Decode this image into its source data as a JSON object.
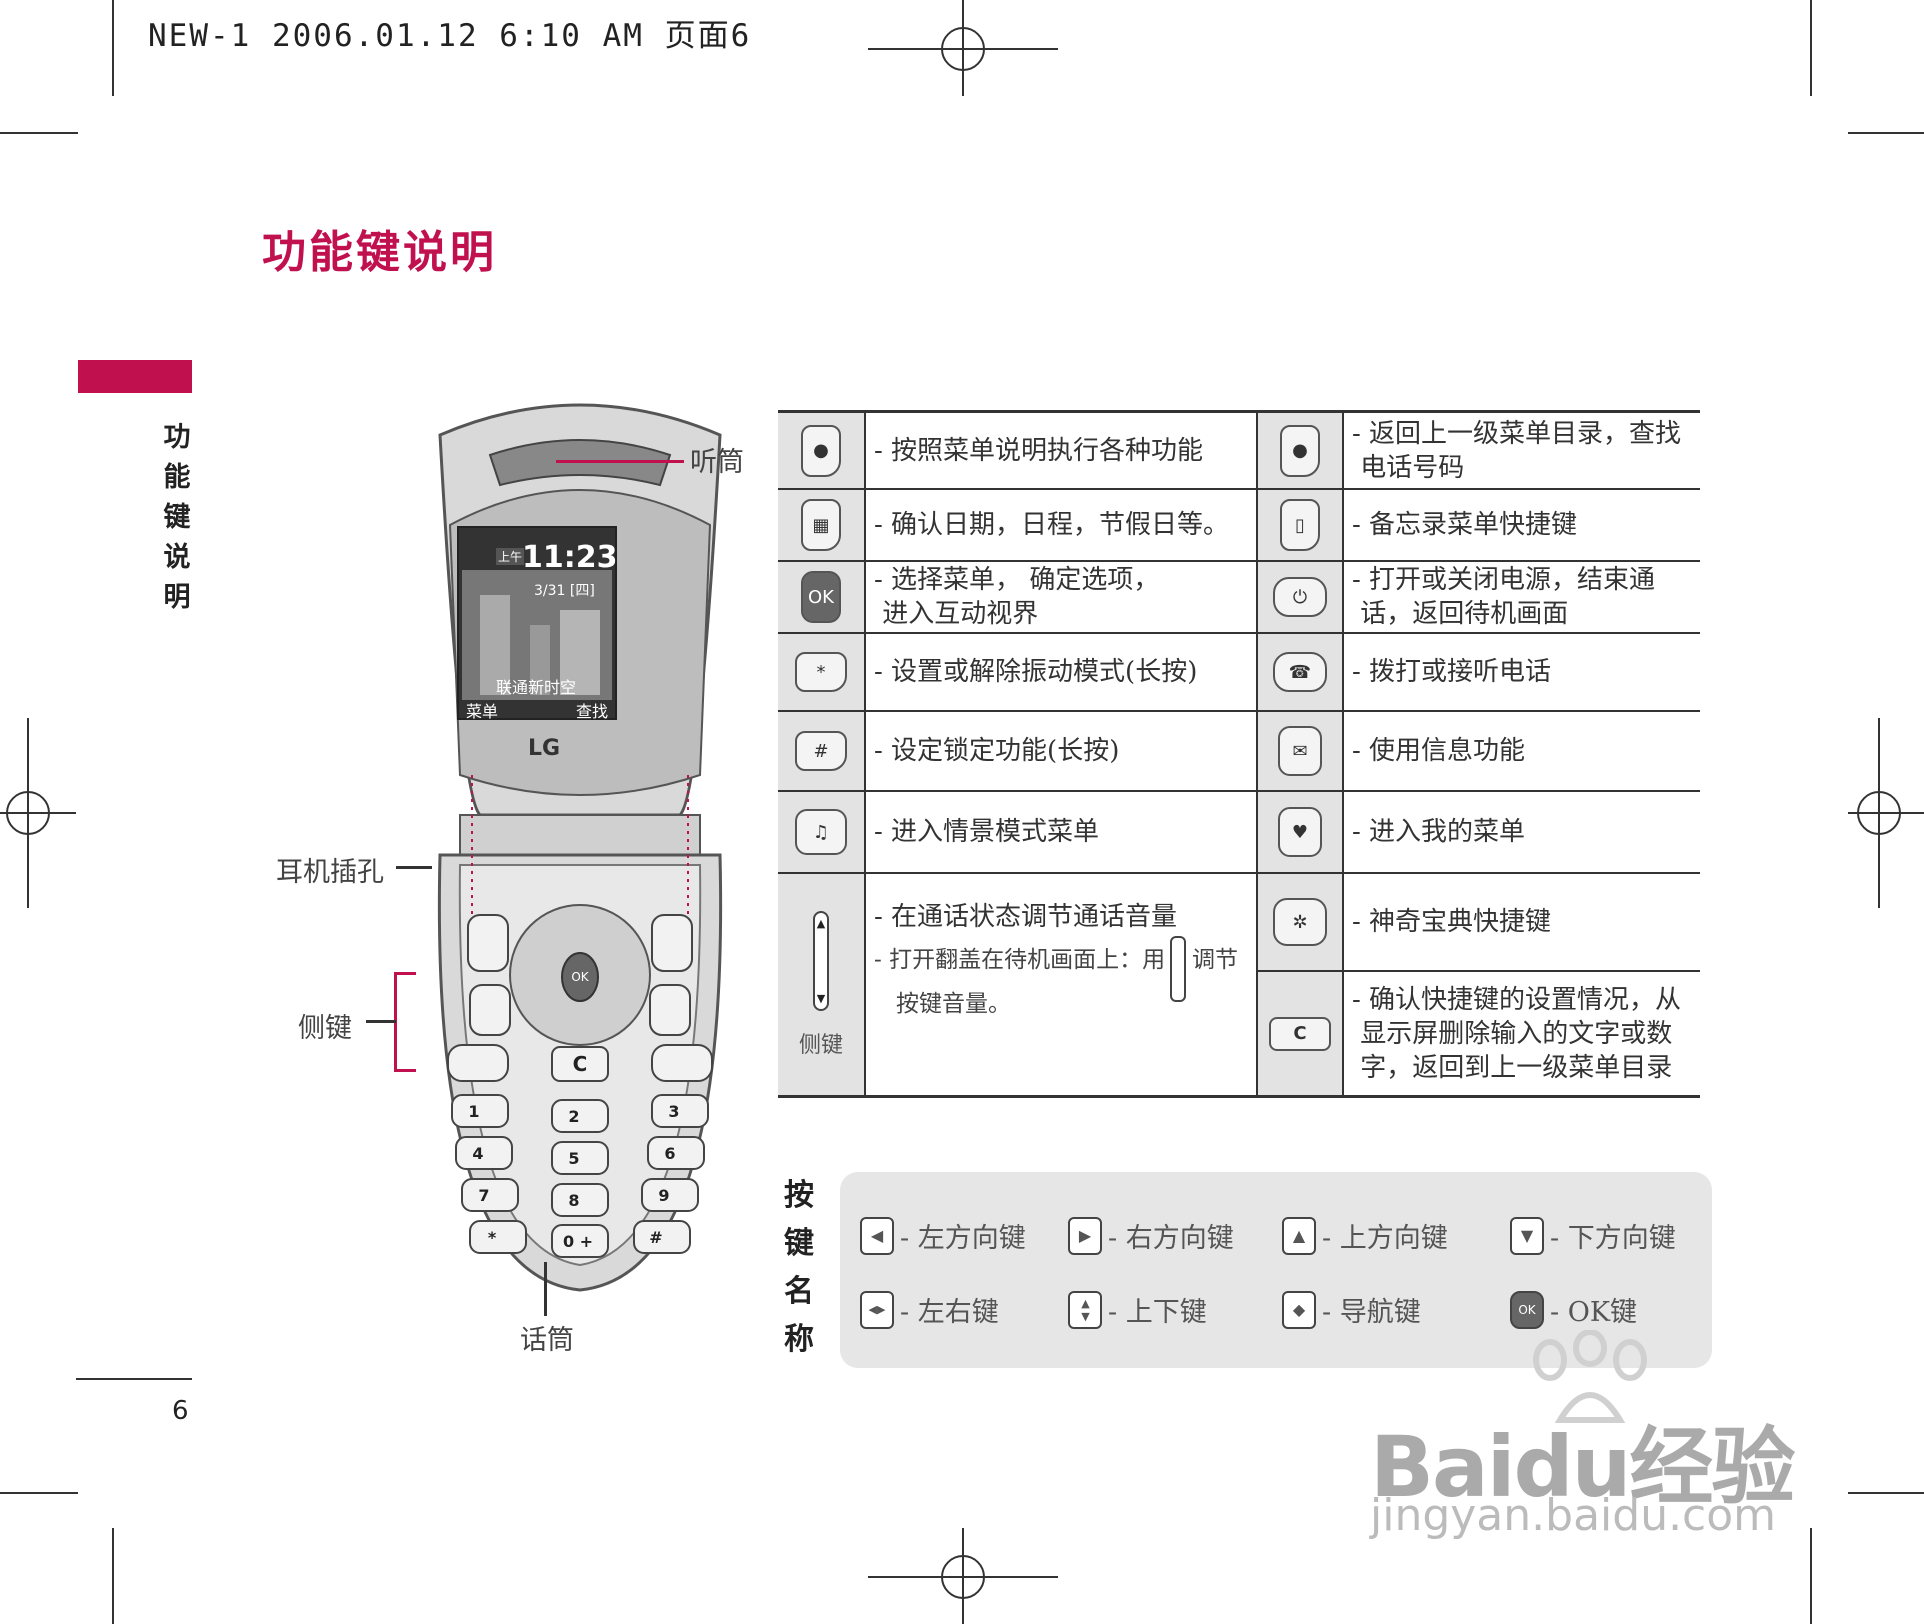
{
  "print_header": "NEW-1  2006.01.12 6:10 AM 页面6",
  "page_title": "功能键说明",
  "side_label": "功能键说明",
  "page_number": "6",
  "phone": {
    "brand": "LG",
    "screen_time": "11:23",
    "screen_am": "上午",
    "screen_date": "3/31 [四]",
    "screen_operator": "联通新时空",
    "screen_left_soft": "菜单",
    "screen_right_soft": "查找",
    "labels": {
      "earpiece": "听筒",
      "headset_jack": "耳机插孔",
      "side_keys": "侧键",
      "microphone": "话筒"
    }
  },
  "function_table": {
    "left": [
      {
        "icon": "left-soft-key-icon",
        "glyph": "●",
        "text": "- 按照菜单说明执行各种功能"
      },
      {
        "icon": "calendar-key-icon",
        "glyph": "▦",
        "text": "- 确认日期，日程，节假日等。"
      },
      {
        "icon": "ok-key-icon",
        "glyph": "OK",
        "text": "- 选择菜单， 确定选项，\n 进入互动视界"
      },
      {
        "icon": "star-key-icon",
        "glyph": "*",
        "text": "- 设置或解除振动模式(长按)"
      },
      {
        "icon": "hash-key-icon",
        "glyph": "#",
        "text": "- 设定锁定功能(长按)"
      },
      {
        "icon": "music-key-icon",
        "glyph": "♫",
        "text": "- 进入情景模式菜单"
      }
    ],
    "left_side_key": {
      "label": "侧键",
      "line1": "- 在通话状态调节通话音量",
      "line2": "- 打开翻盖在待机画面上：用",
      "line2_end": "调节",
      "line3": "按键音量。"
    },
    "right": [
      {
        "icon": "right-soft-key-icon",
        "glyph": "●",
        "text": "- 返回上一级菜单目录，查找\n 电话号码"
      },
      {
        "icon": "memo-key-icon",
        "glyph": "▯",
        "text": "- 备忘录菜单快捷键"
      },
      {
        "icon": "power-end-key-icon",
        "glyph": "⏻",
        "text": "- 打开或关闭电源，结束通\n 话，返回待机画面"
      },
      {
        "icon": "send-key-icon",
        "glyph": "☎",
        "text": "- 拨打或接听电话"
      },
      {
        "icon": "message-key-icon",
        "glyph": "✉",
        "text": "- 使用信息功能"
      },
      {
        "icon": "my-menu-key-icon",
        "glyph": "♥",
        "text": "- 进入我的菜单"
      },
      {
        "icon": "magic-key-icon",
        "glyph": "✲",
        "text": "- 神奇宝典快捷键"
      },
      {
        "icon": "clear-key-icon",
        "glyph": "C",
        "text": "- 确认快捷键的设置情况，从\n 显示屏删除输入的文字或数\n 字，返回到上一级菜单目录"
      }
    ]
  },
  "legend": {
    "title": "按键名称",
    "items": [
      {
        "icon": "left-key-icon",
        "glyph": "◀",
        "label": "- 左方向键"
      },
      {
        "icon": "right-key-icon",
        "glyph": "▶",
        "label": "- 右方向键"
      },
      {
        "icon": "up-key-icon",
        "glyph": "▲",
        "label": "- 上方向键"
      },
      {
        "icon": "down-key-icon",
        "glyph": "▼",
        "label": "- 下方向键"
      },
      {
        "icon": "left-right-key-icon",
        "glyph": "◀▶",
        "label": "- 左右键"
      },
      {
        "icon": "up-down-key-icon",
        "glyph": "▲▼",
        "label": "- 上下键"
      },
      {
        "icon": "nav-key-icon",
        "glyph": "◆",
        "label": "- 导航键"
      },
      {
        "icon": "ok-icon",
        "glyph": "OK",
        "label": "- OK键"
      }
    ]
  },
  "watermark": {
    "brand": "Baidu经验",
    "url": "jingyan.baidu.com"
  },
  "colors": {
    "accent": "#c0104e",
    "table_icon_bg": "#e3e3e3",
    "legend_bg": "#e6e6e6"
  }
}
